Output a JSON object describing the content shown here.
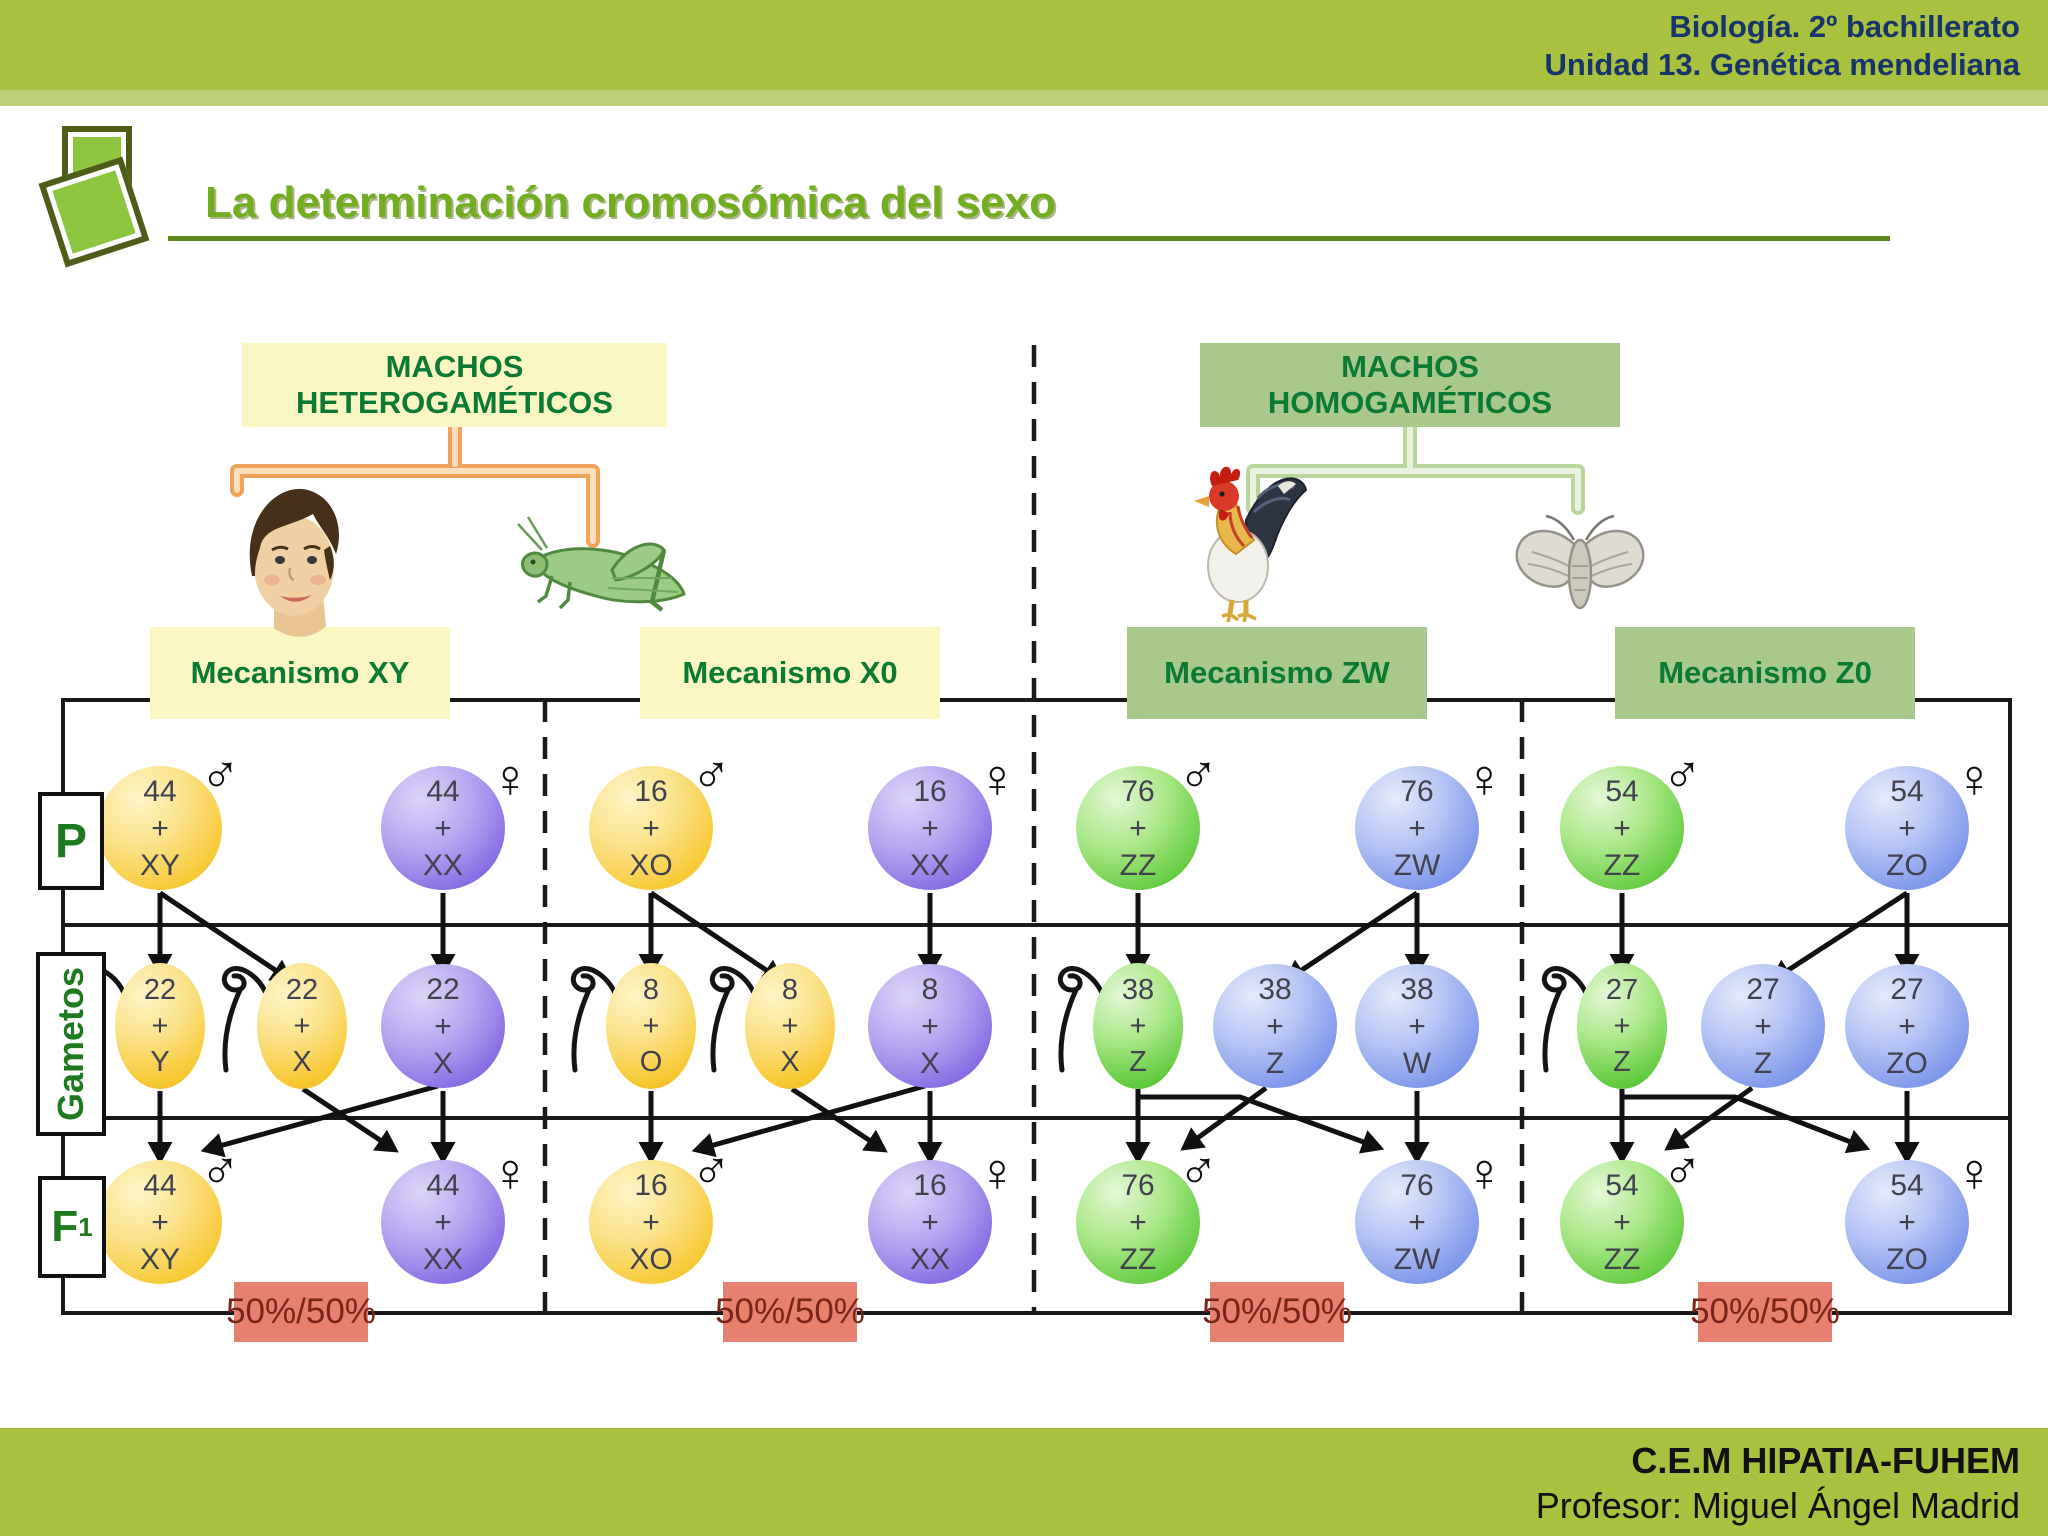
{
  "top_bar": {
    "line1": "Biología. 2º bachillerato",
    "line2": "Unidad 13. Genética mendeliana"
  },
  "title": "La determinación cromosómica del sexo",
  "section_headers": {
    "heterogametic": "MACHOS HETEROGAMÉTICOS",
    "homogametic": "MACHOS HOMOGAMÉTICOS"
  },
  "mechanisms": {
    "xy": "Mecanismo XY",
    "x0": "Mecanismo X0",
    "zw": "Mecanismo ZW",
    "z0": "Mecanismo Z0"
  },
  "row_labels": {
    "p": "P",
    "gametes": "Gametos",
    "f1_base": "F",
    "f1_sub": "1"
  },
  "plus": "+",
  "symbols": {
    "male": "♂",
    "female": "♀"
  },
  "ratio": "50%/50%",
  "columns": [
    {
      "name": "XY",
      "p_male": {
        "n": "44",
        "chrom": "XY"
      },
      "p_female": {
        "n": "44",
        "chrom": "XX"
      },
      "gametes": [
        {
          "n": "22",
          "chrom": "Y"
        },
        {
          "n": "22",
          "chrom": "X"
        },
        {
          "n": "22",
          "chrom": "X"
        }
      ],
      "f1_male": {
        "n": "44",
        "chrom": "XY"
      },
      "f1_female": {
        "n": "44",
        "chrom": "XX"
      }
    },
    {
      "name": "X0",
      "p_male": {
        "n": "16",
        "chrom": "XO"
      },
      "p_female": {
        "n": "16",
        "chrom": "XX"
      },
      "gametes": [
        {
          "n": "8",
          "chrom": "O"
        },
        {
          "n": "8",
          "chrom": "X"
        },
        {
          "n": "8",
          "chrom": "X"
        }
      ],
      "f1_male": {
        "n": "16",
        "chrom": "XO"
      },
      "f1_female": {
        "n": "16",
        "chrom": "XX"
      }
    },
    {
      "name": "ZW",
      "p_male": {
        "n": "76",
        "chrom": "ZZ"
      },
      "p_female": {
        "n": "76",
        "chrom": "ZW"
      },
      "gametes": [
        {
          "n": "38",
          "chrom": "Z"
        },
        {
          "n": "38",
          "chrom": "Z"
        },
        {
          "n": "38",
          "chrom": "W"
        }
      ],
      "f1_male": {
        "n": "76",
        "chrom": "ZZ"
      },
      "f1_female": {
        "n": "76",
        "chrom": "ZW"
      }
    },
    {
      "name": "Z0",
      "p_male": {
        "n": "54",
        "chrom": "ZZ"
      },
      "p_female": {
        "n": "54",
        "chrom": "ZO"
      },
      "gametes": [
        {
          "n": "27",
          "chrom": "Z"
        },
        {
          "n": "27",
          "chrom": "Z"
        },
        {
          "n": "27",
          "chrom": "ZO"
        }
      ],
      "f1_male": {
        "n": "54",
        "chrom": "ZZ"
      },
      "f1_female": {
        "n": "54",
        "chrom": "ZO"
      }
    }
  ],
  "footer": {
    "line1": "C.E.M HIPATIA-FUHEM",
    "line2": "Profesor: Miguel Ángel Madrid"
  },
  "icons": {
    "man": "man-icon",
    "grasshopper": "grasshopper-icon",
    "rooster": "rooster-icon",
    "moth": "moth-icon",
    "sperm_tail": "sperm-tail-icon"
  },
  "colors": {
    "bar_olive": "#a8c13f",
    "bar_strip": "#bdd077",
    "header_yellow": "#fbf7c3",
    "header_green": "#a9c98c",
    "cell_yellow": "#f6c832",
    "cell_purple": "#8266e2",
    "cell_green": "#5ec93a",
    "cell_blue": "#7591e8",
    "ratio_box": "#e8806f",
    "title_green": "#72ad1f",
    "topbar_text": "#17356b",
    "label_green": "#1e7a1e"
  }
}
